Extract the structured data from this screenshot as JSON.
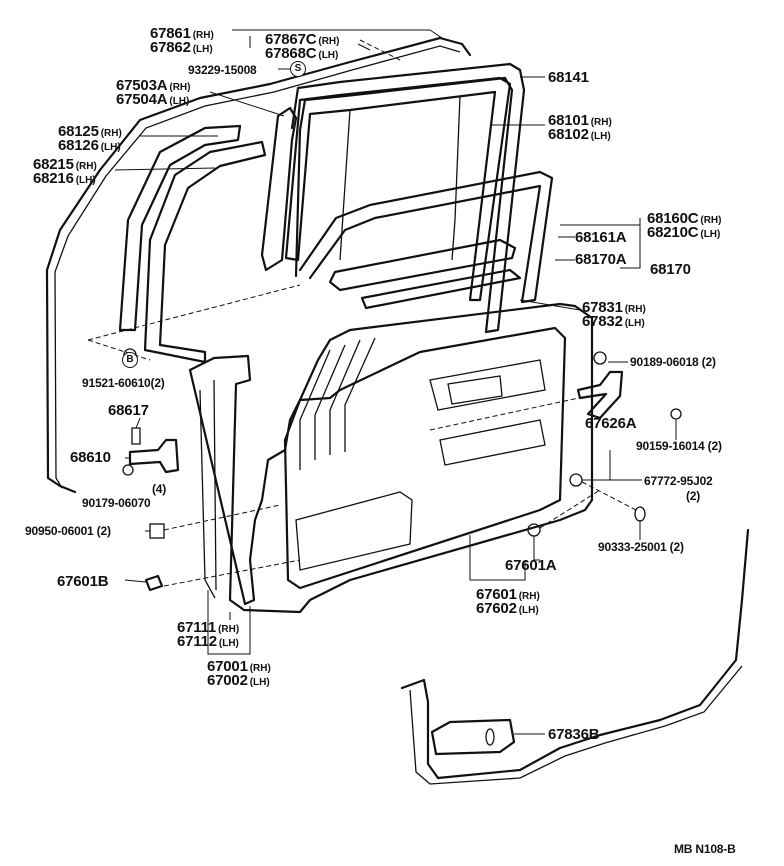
{
  "diagram_code": "MB  N108-B",
  "callouts": {
    "c67861": {
      "part": "67861",
      "side": "(RH)"
    },
    "c67862": {
      "part": "67862",
      "side": "(LH)"
    },
    "c67867C": {
      "part": "67867C",
      "side": "(RH)"
    },
    "c67868C": {
      "part": "67868C",
      "side": "(LH)"
    },
    "c93229": {
      "part": "93229-15008",
      "marker": "S"
    },
    "c67503A": {
      "part": "67503A",
      "side": "(RH)"
    },
    "c67504A": {
      "part": "67504A",
      "side": "(LH)"
    },
    "c68141": {
      "part": "68141"
    },
    "c68125": {
      "part": "68125",
      "side": "(RH)"
    },
    "c68126": {
      "part": "68126",
      "side": "(LH)"
    },
    "c68215": {
      "part": "68215",
      "side": "(RH)"
    },
    "c68216": {
      "part": "68216",
      "side": "(LH)"
    },
    "c68101": {
      "part": "68101",
      "side": "(RH)"
    },
    "c68102": {
      "part": "68102",
      "side": "(LH)"
    },
    "c68160C": {
      "part": "68160C",
      "side": "(RH)"
    },
    "c68210C": {
      "part": "68210C",
      "side": "(LH)"
    },
    "c68161A": {
      "part": "68161A"
    },
    "c68170A": {
      "part": "68170A"
    },
    "c68170": {
      "part": "68170"
    },
    "c67831": {
      "part": "67831",
      "side": "(RH)"
    },
    "c67832": {
      "part": "67832",
      "side": "(LH)"
    },
    "c91521": {
      "part": "91521-60610(2)",
      "marker": "B"
    },
    "c90189": {
      "part": "90189-06018 (2)"
    },
    "c68617": {
      "part": "68617"
    },
    "c67626A": {
      "part": "67626A"
    },
    "c68610": {
      "part": "68610"
    },
    "c90159": {
      "part": "90159-16014 (2)"
    },
    "c90179": {
      "part": "90179-06070",
      "qty": "(4)"
    },
    "c67772": {
      "part": "67772-95J02",
      "qty": "(2)"
    },
    "c90950": {
      "part": "90950-06001 (2)"
    },
    "c90333": {
      "part": "90333-25001 (2)"
    },
    "c67601A": {
      "part": "67601A"
    },
    "c67601B": {
      "part": "67601B"
    },
    "c67601": {
      "part": "67601",
      "side": "(RH)"
    },
    "c67602": {
      "part": "67602",
      "side": "(LH)"
    },
    "c67111": {
      "part": "67111",
      "side": "(RH)"
    },
    "c67112": {
      "part": "67112",
      "side": "(LH)"
    },
    "c67001": {
      "part": "67001",
      "side": "(RH)"
    },
    "c67002": {
      "part": "67002",
      "side": "(LH)"
    },
    "c67836B": {
      "part": "67836B"
    }
  }
}
